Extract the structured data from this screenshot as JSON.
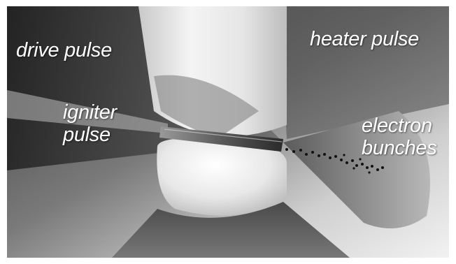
{
  "labels": {
    "drive_pulse": "drive pulse",
    "heater_pulse": "heater pulse",
    "igniter_pulse_line1": "igniter",
    "igniter_pulse_line2": "pulse",
    "electron_bunches_line1": "electron",
    "electron_bunches_line2": "bunches"
  },
  "colors": {
    "background_light": "#d9d9d9",
    "background_dark": "#2e2e2e",
    "cylinder": "#e8e8e8",
    "label_text": "#ffffff"
  }
}
